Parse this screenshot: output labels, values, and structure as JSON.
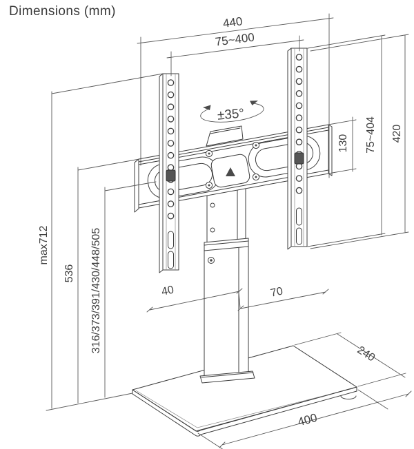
{
  "title": "Dimensions (mm)",
  "dims": {
    "overall_width": "440",
    "vesa_width_range": "75~400",
    "swivel_angle": "±35°",
    "bracket_height": "130",
    "vesa_height_range": "75~404",
    "rail_height": "420",
    "max_height": "max712",
    "column_height": "536",
    "height_positions": "316/373/391/430/448/505",
    "column_width": "40",
    "column_depth": "70",
    "base_depth": "240",
    "base_width": "400"
  },
  "colors": {
    "line": "#3c3c3c",
    "dimension_line": "#585858",
    "text": "#404040",
    "background": "#ffffff"
  }
}
